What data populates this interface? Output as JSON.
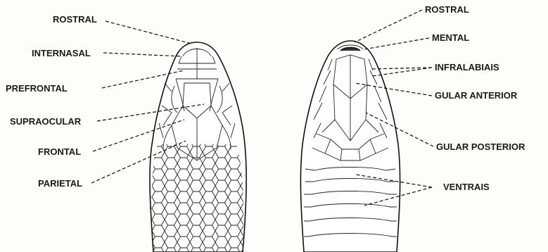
{
  "dorsal_labels": {
    "rostral": "ROSTRAL",
    "internasal": "INTERNASAL",
    "prefrontal": "PREFRONTAL",
    "supraocular": "SUPRAOCULAR",
    "frontal": "FRONTAL",
    "parietal": "PARIETAL"
  },
  "ventral_labels": {
    "rostral": "ROSTRAL",
    "mental": "MENTAL",
    "infralabiais": "INFRALABIAIS",
    "gular_anterior": "GULAR ANTERIOR",
    "gular_posterior": "GULAR POSTERIOR",
    "ventrais": "VENTRAIS"
  }
}
